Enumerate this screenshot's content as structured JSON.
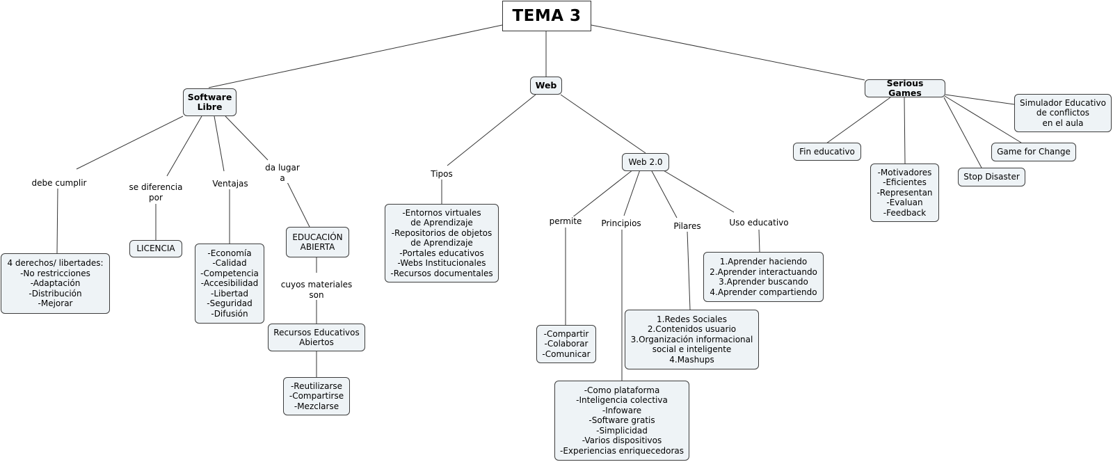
{
  "root": {
    "label": "TEMA 3"
  },
  "software_libre": {
    "label": "Software\nLibre",
    "link_debe_cumplir": "debe cumplir",
    "derechos": "4 derechos/ libertades:\n-No restricciones\n-Adaptación\n-Distribución\n-Mejorar",
    "link_se_diferencia": "se diferencia\npor",
    "licencia": "LICENCIA",
    "link_ventajas": "Ventajas",
    "ventajas": "-Economía\n-Calidad\n-Competencia\n-Accesibilidad\n-Libertad\n-Seguridad\n-Difusión",
    "link_da_lugar": "da lugar\na",
    "educacion_abierta": "EDUCACIÓN\nABIERTA",
    "link_cuyos_materiales": "cuyos materiales\nson",
    "recursos_abiertos": "Recursos Educativos\nAbiertos",
    "reutilizarse": "-Reutilizarse\n-Compartirse\n-Mezclarse"
  },
  "web": {
    "label": "Web",
    "link_tipos": "Tipos",
    "tipos": "-Entornos virtuales\nde Aprendizaje\n-Repositorios de objetos\nde Aprendizaje\n-Portales educativos\n-Webs Institucionales\n-Recursos documentales",
    "web20": "Web 2.0",
    "link_permite": "permite",
    "permite": "-Compartir\n-Colaborar\n-Comunicar",
    "link_principios": "Principios",
    "principios": "-Como plataforma\n-Inteligencia colectiva\n-Infoware\n-Software gratis\n-Simplicidad\n-Varios dispositivos\n-Experiencias enriquecedoras",
    "link_pilares": "Pilares",
    "pilares": "1.Redes Sociales\n2.Contenidos usuario\n3.Organización informacional\nsocial e inteligente\n4.Mashups",
    "link_uso_educativo": "Uso educativo",
    "uso_educativo": "1.Aprender haciendo\n2.Aprender interactuando\n3.Aprender buscando\n4.Aprender compartiendo"
  },
  "serious_games": {
    "label": "Serious Games",
    "fin_educativo": "Fin educativo",
    "motivadores": "-Motivadores\n-Eficientes\n-Representan\n-Evaluan\n-Feedback",
    "stop_disaster": "Stop Disaster",
    "game_for_change": "Game for Change",
    "simulador": "Simulador Educativo\nde conflictos\nen el aula"
  },
  "colors": {
    "node_fill": "#eef3f6",
    "border": "#3c3c3c",
    "line": "#333333"
  }
}
